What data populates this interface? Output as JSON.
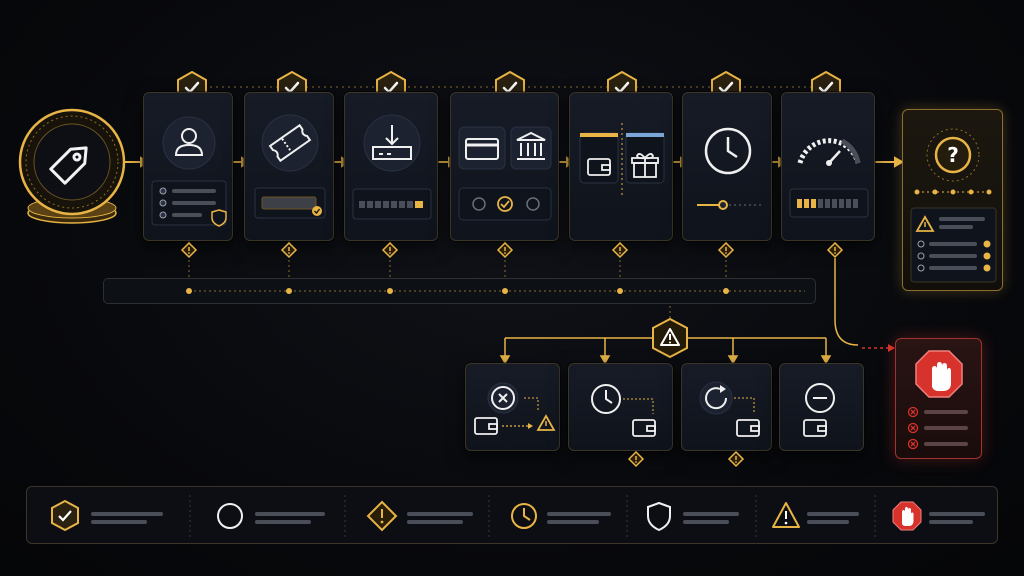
{
  "colors": {
    "gold": "#e8b446",
    "gold_dim": "#8a6e2a",
    "red": "#d8322c",
    "card_bg": "#131823",
    "placeholder_bar": "#4a4e58"
  },
  "pipeline": {
    "start_icon": "price-tag-icon",
    "stages": [
      {
        "name": "identity",
        "icons": [
          "user-icon",
          "shield-icon"
        ],
        "status": "check"
      },
      {
        "name": "ticket",
        "icons": [
          "ticket-icon"
        ],
        "status": "check"
      },
      {
        "name": "inbox",
        "icons": [
          "inbox-download-icon"
        ],
        "status": "check"
      },
      {
        "name": "payment-method",
        "icons": [
          "credit-card-icon",
          "bank-icon"
        ],
        "status": "check"
      },
      {
        "name": "wallet-gift",
        "icons": [
          "wallet-icon",
          "gift-icon"
        ],
        "status": "check"
      },
      {
        "name": "timer",
        "icons": [
          "clock-icon",
          "slider-icon"
        ],
        "status": "check"
      },
      {
        "name": "risk-meter",
        "icons": [
          "gauge-icon"
        ],
        "status": "check"
      }
    ],
    "end_icon": "question-icon"
  },
  "branches": {
    "hub_icon": "warning-triangle-icon",
    "outcomes": [
      "cancel-icon",
      "clock-icon",
      "retry-icon",
      "minus-icon"
    ],
    "blocked_icon": "stop-hand-icon"
  },
  "legend": [
    "check-shield",
    "empty-circle",
    "warning-diamond",
    "clock",
    "shield",
    "warning-triangle",
    "stop-hand"
  ]
}
